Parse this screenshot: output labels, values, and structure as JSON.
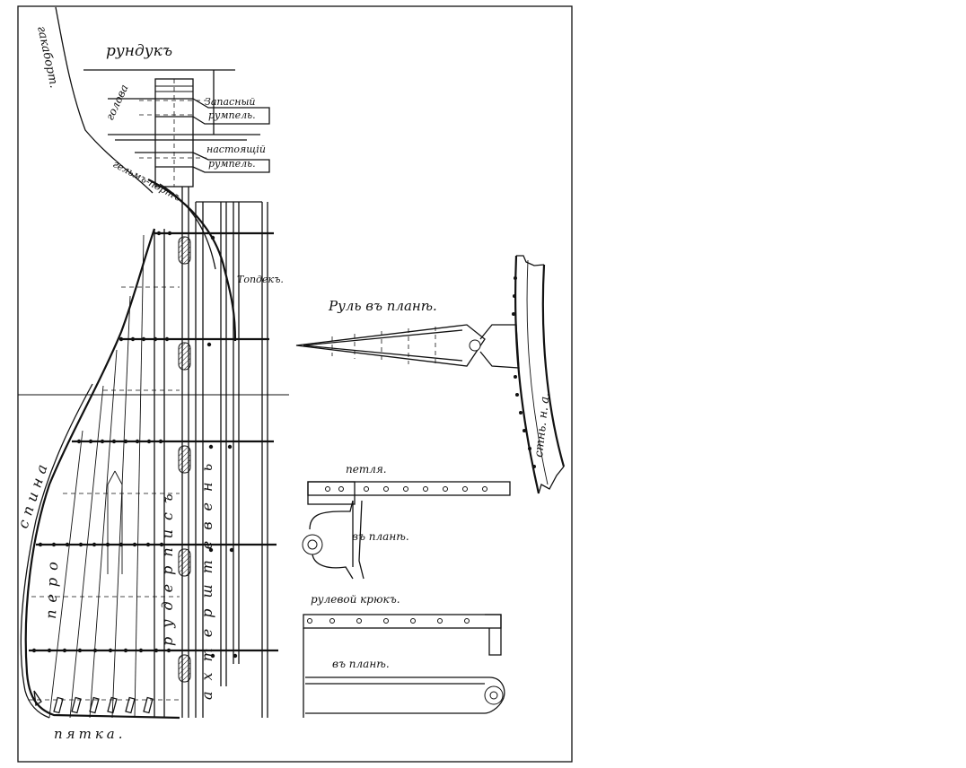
{
  "labels": {
    "rundux": "рундукъ",
    "gakabort": "гакаборт.",
    "golova": "голова",
    "zapasny": "Запасный",
    "rumpel1": "румпель.",
    "nastoyashchy": "настоящій",
    "rumpel2": "румпель.",
    "gelmport": "гельмъ-портъ",
    "topdek": "Топдекъ.",
    "rul_v_plane": "Руль въ планѣ.",
    "stem_plan": "стнь. н. а.",
    "petlya": "петля.",
    "v_plane1": "въ планѣ.",
    "rulevoy_kryuk": "рулевой крюкъ.",
    "v_plane2": "въ планѣ.",
    "spina": "спина",
    "pero": "перо",
    "rudersteven_vert": "рудерписъ",
    "ahtershteven": "ахтерштевень",
    "pyatka": "пятка."
  },
  "colors": {
    "ink": "#111111",
    "paper": "#ffffff"
  }
}
